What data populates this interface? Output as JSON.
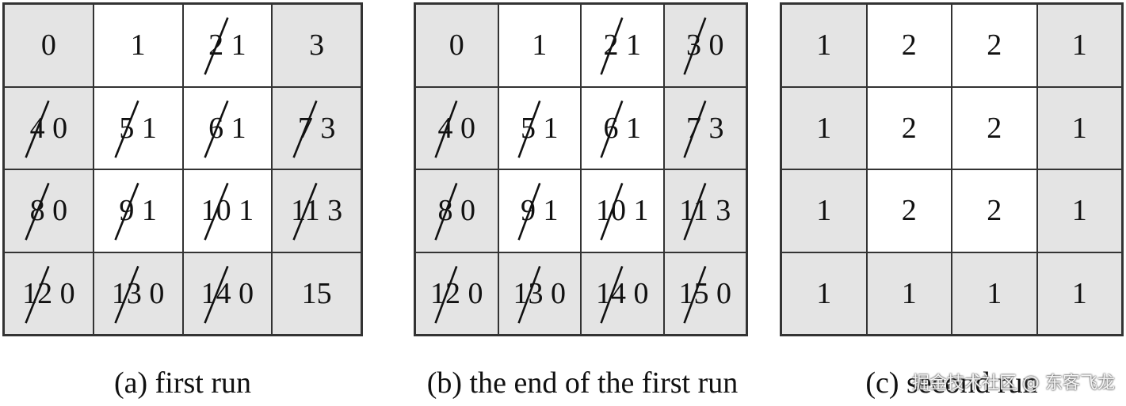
{
  "panels": [
    {
      "caption": "(a) first run",
      "cells": [
        {
          "text": "0",
          "shade": "gray",
          "strike": false
        },
        {
          "text": "1",
          "shade": "white",
          "strike": false
        },
        {
          "text": "2 1",
          "shade": "white",
          "strike": true
        },
        {
          "text": "3",
          "shade": "gray",
          "strike": false
        },
        {
          "text": "4 0",
          "shade": "gray",
          "strike": true
        },
        {
          "text": "5 1",
          "shade": "white",
          "strike": true
        },
        {
          "text": "6 1",
          "shade": "white",
          "strike": true
        },
        {
          "text": "7 3",
          "shade": "gray",
          "strike": true
        },
        {
          "text": "8 0",
          "shade": "gray",
          "strike": true
        },
        {
          "text": "9 1",
          "shade": "white",
          "strike": true
        },
        {
          "text": "10 1",
          "shade": "white",
          "strike": true
        },
        {
          "text": "11 3",
          "shade": "gray",
          "strike": true
        },
        {
          "text": "12 0",
          "shade": "gray",
          "strike": true
        },
        {
          "text": "13 0",
          "shade": "gray",
          "strike": true
        },
        {
          "text": "14 0",
          "shade": "gray",
          "strike": true
        },
        {
          "text": "15",
          "shade": "gray",
          "strike": false
        }
      ]
    },
    {
      "caption": "(b) the end of the first run",
      "cells": [
        {
          "text": "0",
          "shade": "gray",
          "strike": false
        },
        {
          "text": "1",
          "shade": "white",
          "strike": false
        },
        {
          "text": "2 1",
          "shade": "white",
          "strike": true
        },
        {
          "text": "3 0",
          "shade": "gray",
          "strike": true
        },
        {
          "text": "4 0",
          "shade": "gray",
          "strike": true
        },
        {
          "text": "5 1",
          "shade": "white",
          "strike": true
        },
        {
          "text": "6 1",
          "shade": "white",
          "strike": true
        },
        {
          "text": "7 3",
          "shade": "gray",
          "strike": true
        },
        {
          "text": "8 0",
          "shade": "gray",
          "strike": true
        },
        {
          "text": "9 1",
          "shade": "white",
          "strike": true
        },
        {
          "text": "10 1",
          "shade": "white",
          "strike": true
        },
        {
          "text": "11 3",
          "shade": "gray",
          "strike": true
        },
        {
          "text": "12 0",
          "shade": "gray",
          "strike": true
        },
        {
          "text": "13 0",
          "shade": "gray",
          "strike": true
        },
        {
          "text": "14 0",
          "shade": "gray",
          "strike": true
        },
        {
          "text": "15 0",
          "shade": "gray",
          "strike": true
        }
      ]
    },
    {
      "caption": "(c) second run",
      "cells": [
        {
          "text": "1",
          "shade": "gray",
          "strike": false
        },
        {
          "text": "2",
          "shade": "white",
          "strike": false
        },
        {
          "text": "2",
          "shade": "white",
          "strike": false
        },
        {
          "text": "1",
          "shade": "gray",
          "strike": false
        },
        {
          "text": "1",
          "shade": "gray",
          "strike": false
        },
        {
          "text": "2",
          "shade": "white",
          "strike": false
        },
        {
          "text": "2",
          "shade": "white",
          "strike": false
        },
        {
          "text": "1",
          "shade": "gray",
          "strike": false
        },
        {
          "text": "1",
          "shade": "gray",
          "strike": false
        },
        {
          "text": "2",
          "shade": "white",
          "strike": false
        },
        {
          "text": "2",
          "shade": "white",
          "strike": false
        },
        {
          "text": "1",
          "shade": "gray",
          "strike": false
        },
        {
          "text": "1",
          "shade": "gray",
          "strike": false
        },
        {
          "text": "1",
          "shade": "gray",
          "strike": false
        },
        {
          "text": "1",
          "shade": "gray",
          "strike": false
        },
        {
          "text": "1",
          "shade": "gray",
          "strike": false
        }
      ]
    }
  ],
  "watermark": "掘金技术社区 @ 东客飞龙"
}
